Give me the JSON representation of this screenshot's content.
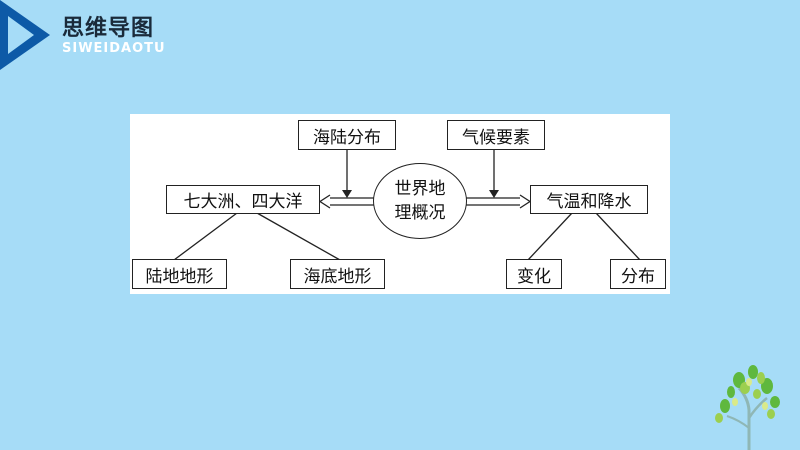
{
  "header": {
    "title": "思维导图",
    "subtitle": "SIWEIDAOTU"
  },
  "diagram": {
    "center": {
      "line1": "世界地",
      "line2": "理概况"
    },
    "left_top": "海陆分布",
    "left_main": "七大洲、四大洋",
    "left_child_1": "陆地地形",
    "left_child_2": "海底地形",
    "right_top": "气候要素",
    "right_main": "气温和降水",
    "right_child_1": "变化",
    "right_child_2": "分布"
  },
  "colors": {
    "background": "#a6dcf7",
    "header_arrow": "#1565b0",
    "panel": "#ffffff",
    "stroke": "#222222"
  }
}
